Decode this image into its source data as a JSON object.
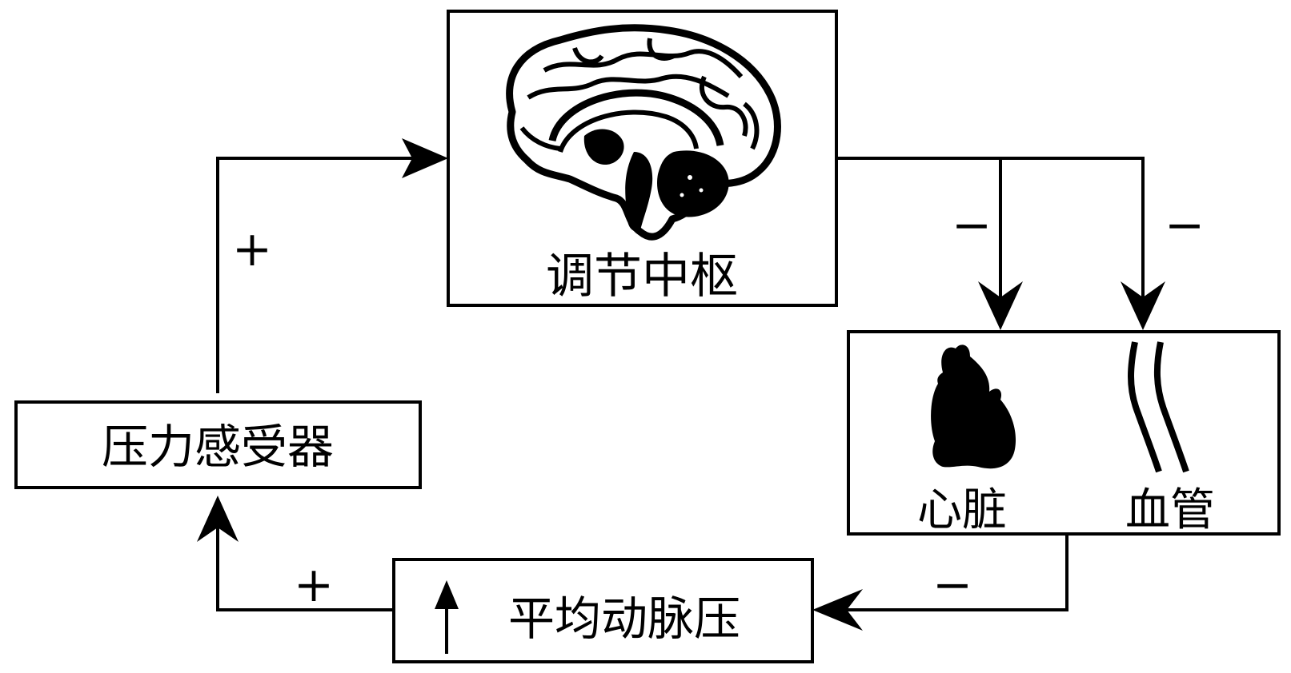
{
  "nodes": {
    "center": {
      "label": "调节中枢",
      "icon": "brain-icon"
    },
    "effectors": {
      "heart": {
        "label": "心脏",
        "icon": "heart-icon"
      },
      "vessel": {
        "label": "血管",
        "icon": "blood-vessel-icon"
      }
    },
    "receptor": {
      "label": "压力感受器"
    },
    "pressure": {
      "label": "平均动脉压",
      "icon": "up-arrow-icon"
    }
  },
  "signs": {
    "receptor_to_center": "+",
    "center_to_heart": "−",
    "center_to_vessel": "−",
    "effectors_to_pressure": "−",
    "pressure_to_receptor": "+"
  },
  "colors": {
    "stroke": "#000000",
    "background": "#ffffff"
  }
}
